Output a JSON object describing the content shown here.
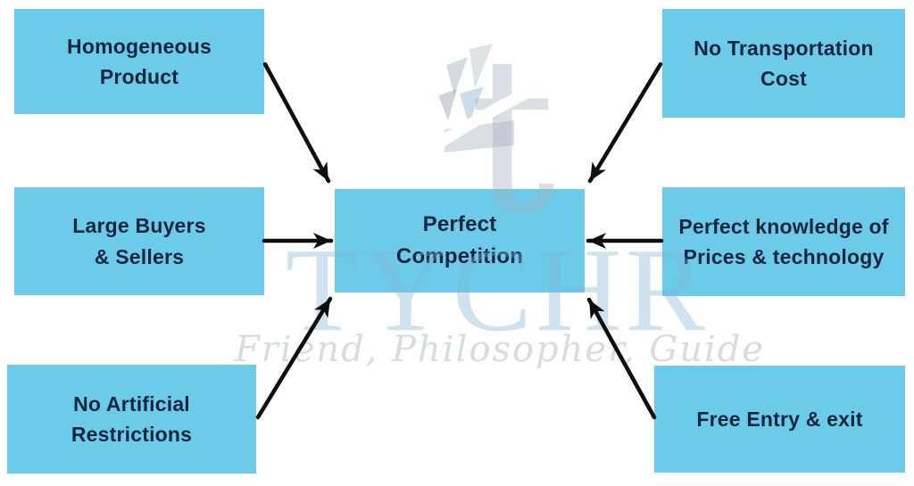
{
  "diagram": {
    "center_label": "Perfect\nCompetition",
    "factors": [
      {
        "label": "Homogeneous\nProduct",
        "position": "top-left"
      },
      {
        "label": "Large Buyers\n& Sellers",
        "position": "middle-left"
      },
      {
        "label": "No Artificial\nRestrictions",
        "position": "bottom-left"
      },
      {
        "label": "No Transportation\nCost",
        "position": "top-right"
      },
      {
        "label": "Perfect knowledge of\nPrices & technology",
        "position": "middle-right"
      },
      {
        "label": "Free Entry & exit",
        "position": "bottom-right"
      }
    ],
    "colors": {
      "box_fill": "#6CCBE9",
      "box_text": "#14253E",
      "arrow": "#0D0D0D",
      "watermark_brand": "#D2E4F0",
      "watermark_tagline": "#DFE2E6"
    },
    "watermark": {
      "brand": "TYCHR",
      "tagline": "Friend, Philosopher, Guide"
    }
  }
}
